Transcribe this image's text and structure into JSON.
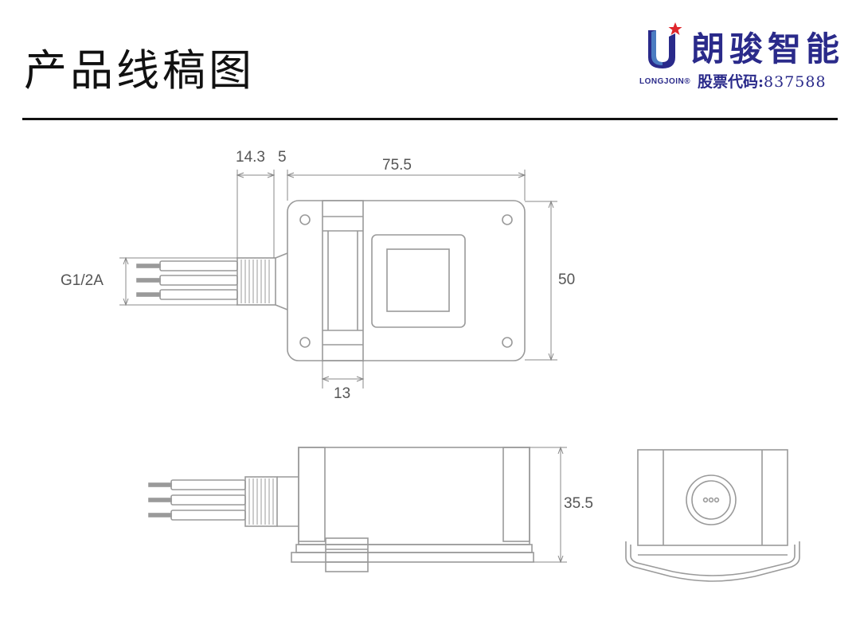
{
  "header": {
    "title": "产品线稿图",
    "brand": {
      "name_cn": "朗骏智能",
      "name_en": "LONGJOIN®",
      "stock_label": "股票代码:",
      "stock_code": "837588",
      "logo_icon": "longjoin-u-star-logo",
      "colors": {
        "brand_blue": "#2a2a8a",
        "star_red": "#e0262c"
      }
    }
  },
  "drawing": {
    "line_color": "#9a9a9a",
    "dimensions": {
      "thread_length": "14.3",
      "nut_width": "5",
      "body_length": "75.5",
      "thread_size": "G1/2A",
      "body_width": "50",
      "clip_width": "13",
      "body_height": "35.5"
    }
  }
}
